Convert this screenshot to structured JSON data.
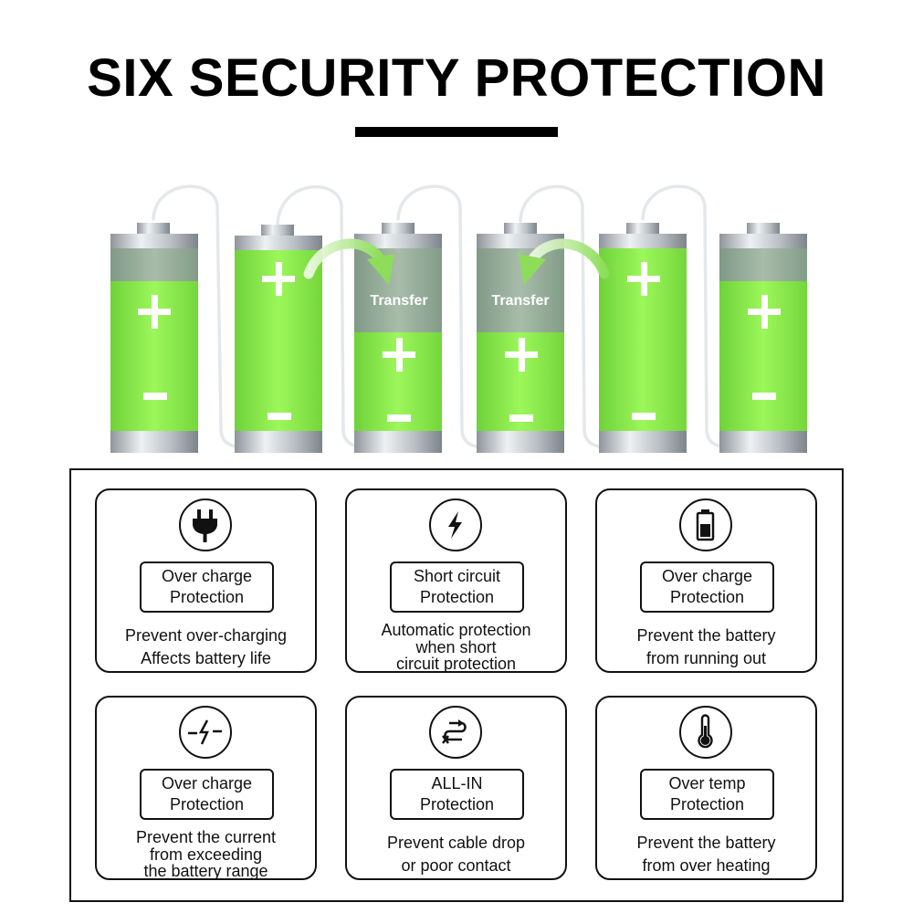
{
  "title": "SIX SECURITY PROTECTION",
  "illustration": {
    "transfer_left": "Transfer",
    "transfer_right": "Transfer",
    "colors": {
      "battery_green": "#8cf04a",
      "battery_grey": "#9aa39c",
      "cable": "#e6e9ec"
    }
  },
  "cards": [
    {
      "icon": "plug-icon",
      "badge": [
        "Over charge",
        "Protection"
      ],
      "desc": [
        "Prevent over-charging",
        "Affects battery life"
      ]
    },
    {
      "icon": "lightning-icon",
      "badge": [
        "Short circuit",
        "Protection"
      ],
      "desc": [
        "Automatic protection",
        "when short",
        "circuit protection"
      ]
    },
    {
      "icon": "low-battery-icon",
      "badge": [
        "Over charge",
        "Protection"
      ],
      "desc": [
        "Prevent the battery",
        "from running out"
      ]
    },
    {
      "icon": "current-limit-icon",
      "badge": [
        "Over charge",
        "Protection"
      ],
      "desc": [
        "Prevent the current",
        "from exceeding",
        "the battery range"
      ]
    },
    {
      "icon": "cable-loop-icon",
      "badge": [
        "ALL-IN",
        "Protection"
      ],
      "desc": [
        "Prevent cable drop",
        "or poor contact"
      ]
    },
    {
      "icon": "thermometer-icon",
      "badge": [
        "Over temp",
        "Protection"
      ],
      "desc": [
        "Prevent the battery",
        "from over heating"
      ]
    }
  ]
}
